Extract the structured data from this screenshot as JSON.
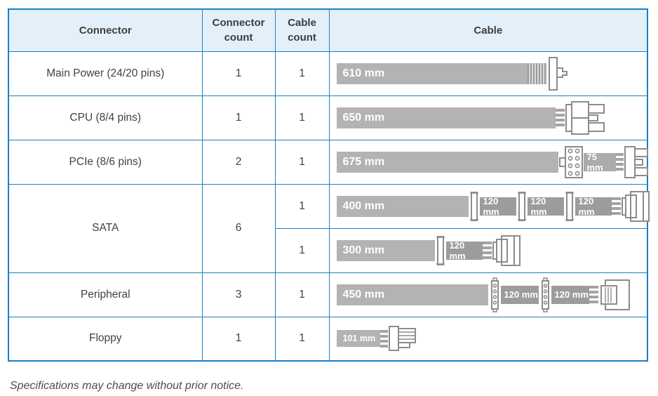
{
  "header": {
    "connector": "Connector",
    "connector_count": "Connector count",
    "cable_count": "Cable count",
    "cable": "Cable"
  },
  "rows": {
    "main_power": {
      "name": "Main Power (24/20 pins)",
      "connector_count": "1",
      "cable_count": "1",
      "len1": "610 mm"
    },
    "cpu": {
      "name": "CPU (8/4 pins)",
      "connector_count": "1",
      "cable_count": "1",
      "len1": "650 mm"
    },
    "pcie": {
      "name": "PCIe (8/6 pins)",
      "connector_count": "2",
      "cable_count": "1",
      "len1": "675 mm",
      "len2": "75 mm"
    },
    "sata": {
      "name": "SATA",
      "connector_count": "6",
      "cable1": {
        "cable_count": "1",
        "len1": "400 mm",
        "len2": "120 mm",
        "len3": "120 mm",
        "len4": "120 mm"
      },
      "cable2": {
        "cable_count": "1",
        "len1": "300 mm",
        "len2": "120 mm"
      }
    },
    "peripheral": {
      "name": "Peripheral",
      "connector_count": "3",
      "cable_count": "1",
      "len1": "450 mm",
      "len2": "120 mm",
      "len3": "120 mm"
    },
    "floppy": {
      "name": "Floppy",
      "connector_count": "1",
      "cable_count": "1",
      "len1": "101 mm"
    }
  },
  "footer": {
    "note": "Specifications may change without prior notice."
  },
  "colors": {
    "border_blue": "#1a80c2",
    "header_bg": "#e4f0f9",
    "bar_gray": "#b3b3b3",
    "bar_dark_gray": "#9c9c9c",
    "bar_text": "#ffffff",
    "icon_stroke": "#8c8c8c",
    "body_text": "#414141"
  }
}
